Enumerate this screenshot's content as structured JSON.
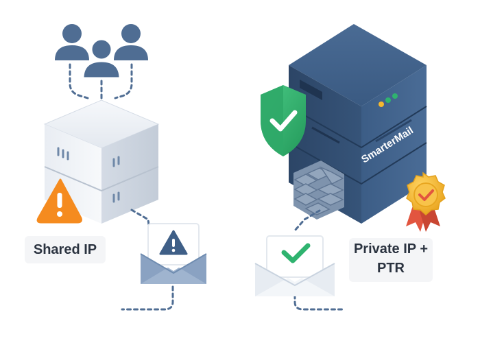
{
  "diagram": {
    "left": {
      "label": "Shared IP",
      "warning_icon": "warning-triangle-icon",
      "users_icon": "users-group-icon",
      "envelope_icon": "envelope-warning-icon"
    },
    "right": {
      "label": "Private IP +\nPTR",
      "server_brand": "SmarterMail",
      "shield_icon": "shield-check-icon",
      "badge_icon": "rosette-check-icon",
      "firewall_icon": "brick-wall-icon",
      "envelope_icon": "envelope-check-icon"
    },
    "colors": {
      "users": "#4f6d93",
      "warning": "#f58b1f",
      "server_dark": "#2f4a6e",
      "shield": "#2fb36f",
      "check": "#2fb36f",
      "gold": "#f5b82e",
      "ribbon": "#e2553f"
    }
  }
}
